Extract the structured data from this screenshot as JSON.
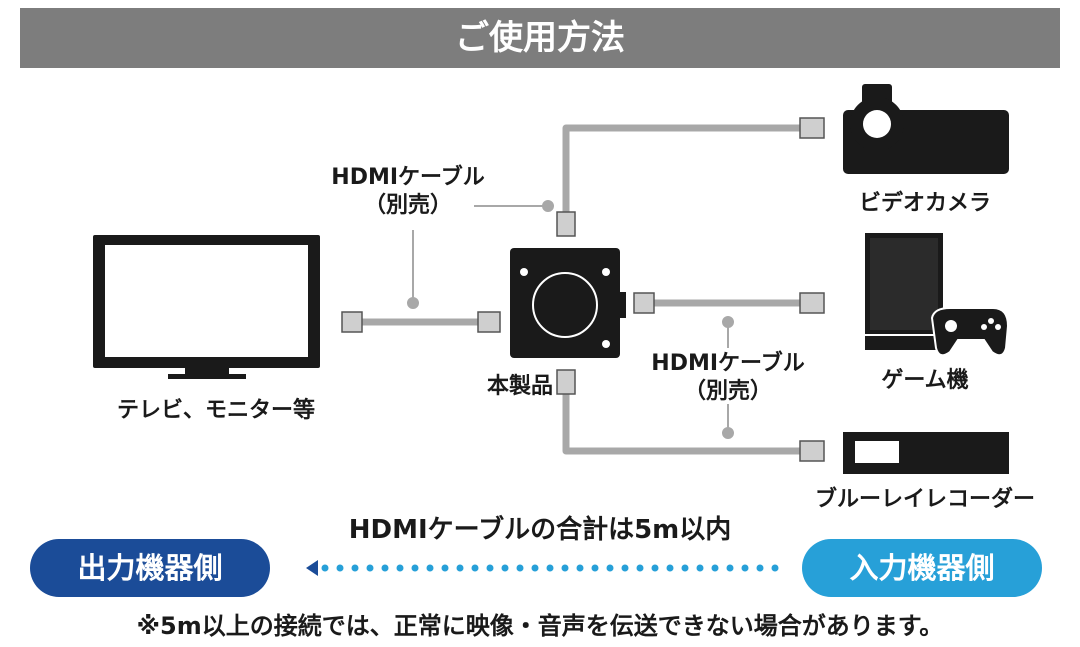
{
  "header": {
    "title": "ご使用方法"
  },
  "devices": {
    "tv": "テレビ、モニター等",
    "product": "本製品",
    "video_camera": "ビデオカメラ",
    "game": "ゲーム機",
    "bluray": "ブルーレイレコーダー"
  },
  "cable_left": {
    "line1": "HDMIケーブル",
    "line2": "（別売）"
  },
  "cable_right": {
    "line1": "HDMIケーブル",
    "line2": "（別売）"
  },
  "total_note": "HDMIケーブルの合計は5m以内",
  "badges": {
    "output": "出力機器側",
    "input": "入力機器側"
  },
  "footnote": "※5m以上の接続では、正常に映像・音声を伝送できない場合があります。",
  "colors": {
    "header": "#7d7d7d",
    "output_badge": "#1b4c98",
    "input_badge": "#27a0d8",
    "cable": "#a8a8a8",
    "device": "#1a1a1a"
  }
}
